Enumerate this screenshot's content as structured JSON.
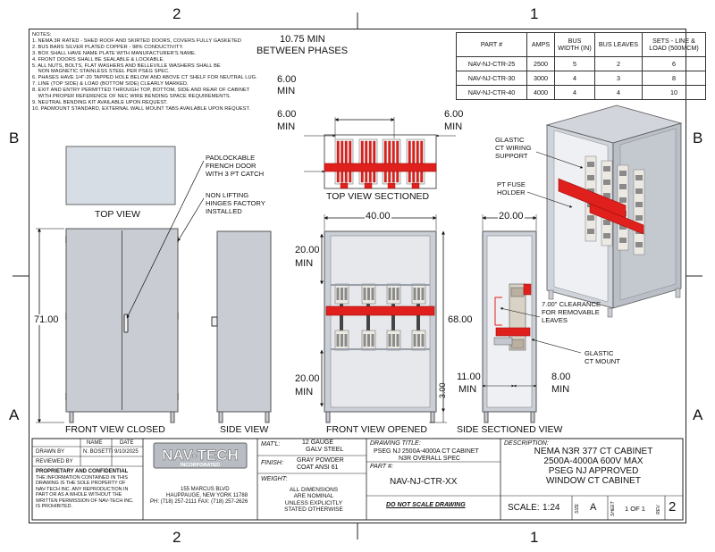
{
  "zones": {
    "top_left": "2",
    "top_right": "1",
    "bottom_left": "2",
    "bottom_right": "1",
    "left_b": "B",
    "left_a": "A",
    "right_b": "B",
    "right_a": "A"
  },
  "notes": [
    "NOTES:",
    "1. NEMA 3R RATED - SHED ROOF AND SKIRTED DOORS, COVERS FULLY GASKETED",
    "2. BUS BARS SILVER PLATED COPPER - 98% CONDUCTIVITY.",
    "3. BOX SHALL HAVE NAME PLATE WITH MANUFACTURER'S NAME.",
    "4. FRONT DOORS SHALL BE SEALABLE & LOCKABLE.",
    "5. ALL NUTS, BOLTS, FLAT WASHERS AND BELLEVILLE WASHERS SHALL BE",
    "    NON MAGNETIC STAINLESS STEEL PER PSEG SPEC.",
    "6. PHASES HAVE 1/4\"-20 TAPPED HOLE BELOW AND ABOVE CT SHELF FOR NEUTRAL LUG.",
    "7. LINE (TOP SIDE) & LOAD (BOTTOM SIDE) CLEARLY MARKED.",
    "8. EXIT AND ENTRY PERMITTED THROUGH TOP, BOTTOM, SIDE AND REAR OF CABINET",
    "    WITH PROPER REFERENCE OF NEC WIRE BENDING SPACE REQUIREMENTS.",
    "9. NEUTRAL BENDING KIT AVAILABLE UPON REQUEST.",
    "10. PADMOUNT STANDARD, EXTERNAL WALL MOUNT TABS AVAILABLE UPON REQUEST."
  ],
  "parts_table": {
    "headers": [
      "PART #",
      "AMPS",
      "BUS WIDTH (IN)",
      "BUS LEAVES",
      "SETS - LINE & LOAD (500MCM)"
    ],
    "rows": [
      [
        "NAV-NJ-CTR-25",
        "2500",
        "5",
        "2",
        "6"
      ],
      [
        "NAV-NJ-CTR-30",
        "3000",
        "4",
        "3",
        "8"
      ],
      [
        "NAV-NJ-CTR-40",
        "4000",
        "4",
        "4",
        "10"
      ]
    ]
  },
  "views": {
    "top_view": "TOP VIEW",
    "top_view_sectioned": "TOP VIEW SECTIONED",
    "front_view_closed": "FRONT VIEW CLOSED",
    "side_view": "SIDE VIEW",
    "front_view_opened": "FRONT VIEW OPENED",
    "side_sectioned_view": "SIDE SECTIONED VIEW"
  },
  "dims": {
    "between_phases_1": "10.75 MIN",
    "between_phases_2": "BETWEEN PHASES",
    "six_a": "6.00",
    "min_a": "MIN",
    "six_b": "6.00",
    "min_b": "MIN",
    "six_c": "6.00",
    "min_c": "MIN",
    "width": "40.00",
    "depth": "20.00",
    "height": "71.00",
    "inner_height": "68.00",
    "top_space": "20.00",
    "top_space_min": "MIN",
    "bottom_space": "20.00",
    "bottom_space_min": "MIN",
    "base": "3.00",
    "side_11": "11.00",
    "side_11_min": "MIN",
    "side_8": "8.00",
    "side_8_min": "MIN"
  },
  "callouts": {
    "padlock": "PADLOCKABLE\nFRENCH DOOR\nWITH 3 PT CATCH",
    "hinges": "NON LIFTING\nHINGES FACTORY\nINSTALLED",
    "glastic_support": "GLASTIC\nCT WIRING\nSUPPORT",
    "pt_fuse": "PT FUSE\nHOLDER",
    "clearance": "7.00\" CLEARANCE\nFOR REMOVABLE\nLEAVES",
    "ct_mount": "GLASTIC\nCT MOUNT"
  },
  "title_block": {
    "name_hdr": "NAME",
    "date_hdr": "DATE",
    "drawn_by_lbl": "DRAWN BY",
    "drawn_by": "N. BOSETTI",
    "date": "9/10/2025",
    "reviewed_by_lbl": "REVIEWED BY",
    "prop_title": "PROPRIETARY AND CONFIDENTIAL",
    "prop_text": [
      "THE INFORMATION CONTAINED IN THIS",
      "DRAWING IS THE SOLE PROPERTY OF",
      "NAV-TECH INC. ANY REPRODUCTION IN",
      "PART OR AS A WHOLE WITHOUT THE",
      "WRITTEN PERMISSION OF NAV-TECH INC.",
      "IS PROHIBITED."
    ],
    "logo_main": "NAV-TECH",
    "logo_sub": "INCORPORATED",
    "addr1": "155 MARCUS BLVD",
    "addr2": "HAUPPAUGE, NEW YORK 11788",
    "addr3": "PH: (718) 257-2111  FAX: (718) 257-2626",
    "matl_lbl": "MAT'L:",
    "matl1": "12 GAUGE",
    "matl2": "GALV STEEL",
    "finish_lbl": "FINISH:",
    "finish1": "GRAY POWDER",
    "finish2": "COAT ANSI 61",
    "weight_lbl": "WEIGHT:",
    "nominal": [
      "ALL DIMENSIONS",
      "ARE NOMINAL",
      "UNLESS EXPLICITLY",
      "STATED OTHERWISE"
    ],
    "drawing_title_lbl": "DRAWING TITLE:",
    "drawing_title1": "PSEG NJ 2500A-4000A CT CABINET",
    "drawing_title2": "N3R OVERALL SPEC",
    "part_lbl": "PART #:",
    "part": "NAV-NJ-CTR-XX",
    "no_scale": "DO NOT SCALE DRAWING",
    "desc_lbl": "DESCRIPTION:",
    "desc": [
      "NEMA N3R 377 CT CABINET",
      "2500A-4000A 600V MAX",
      "PSEG NJ APPROVED",
      "WINDOW CT CABINET"
    ],
    "scale_lbl": "SCALE:",
    "scale": "1:24",
    "size_lbl": "SIZE",
    "size": "A",
    "sheet_lbl": "SHEET",
    "sheet": "1 OF 1",
    "rev_lbl": "REV.",
    "rev": "2"
  },
  "colors": {
    "bus_red": "#e0201c",
    "cabinet_gray": "#c9ccd3",
    "line": "#222222"
  }
}
